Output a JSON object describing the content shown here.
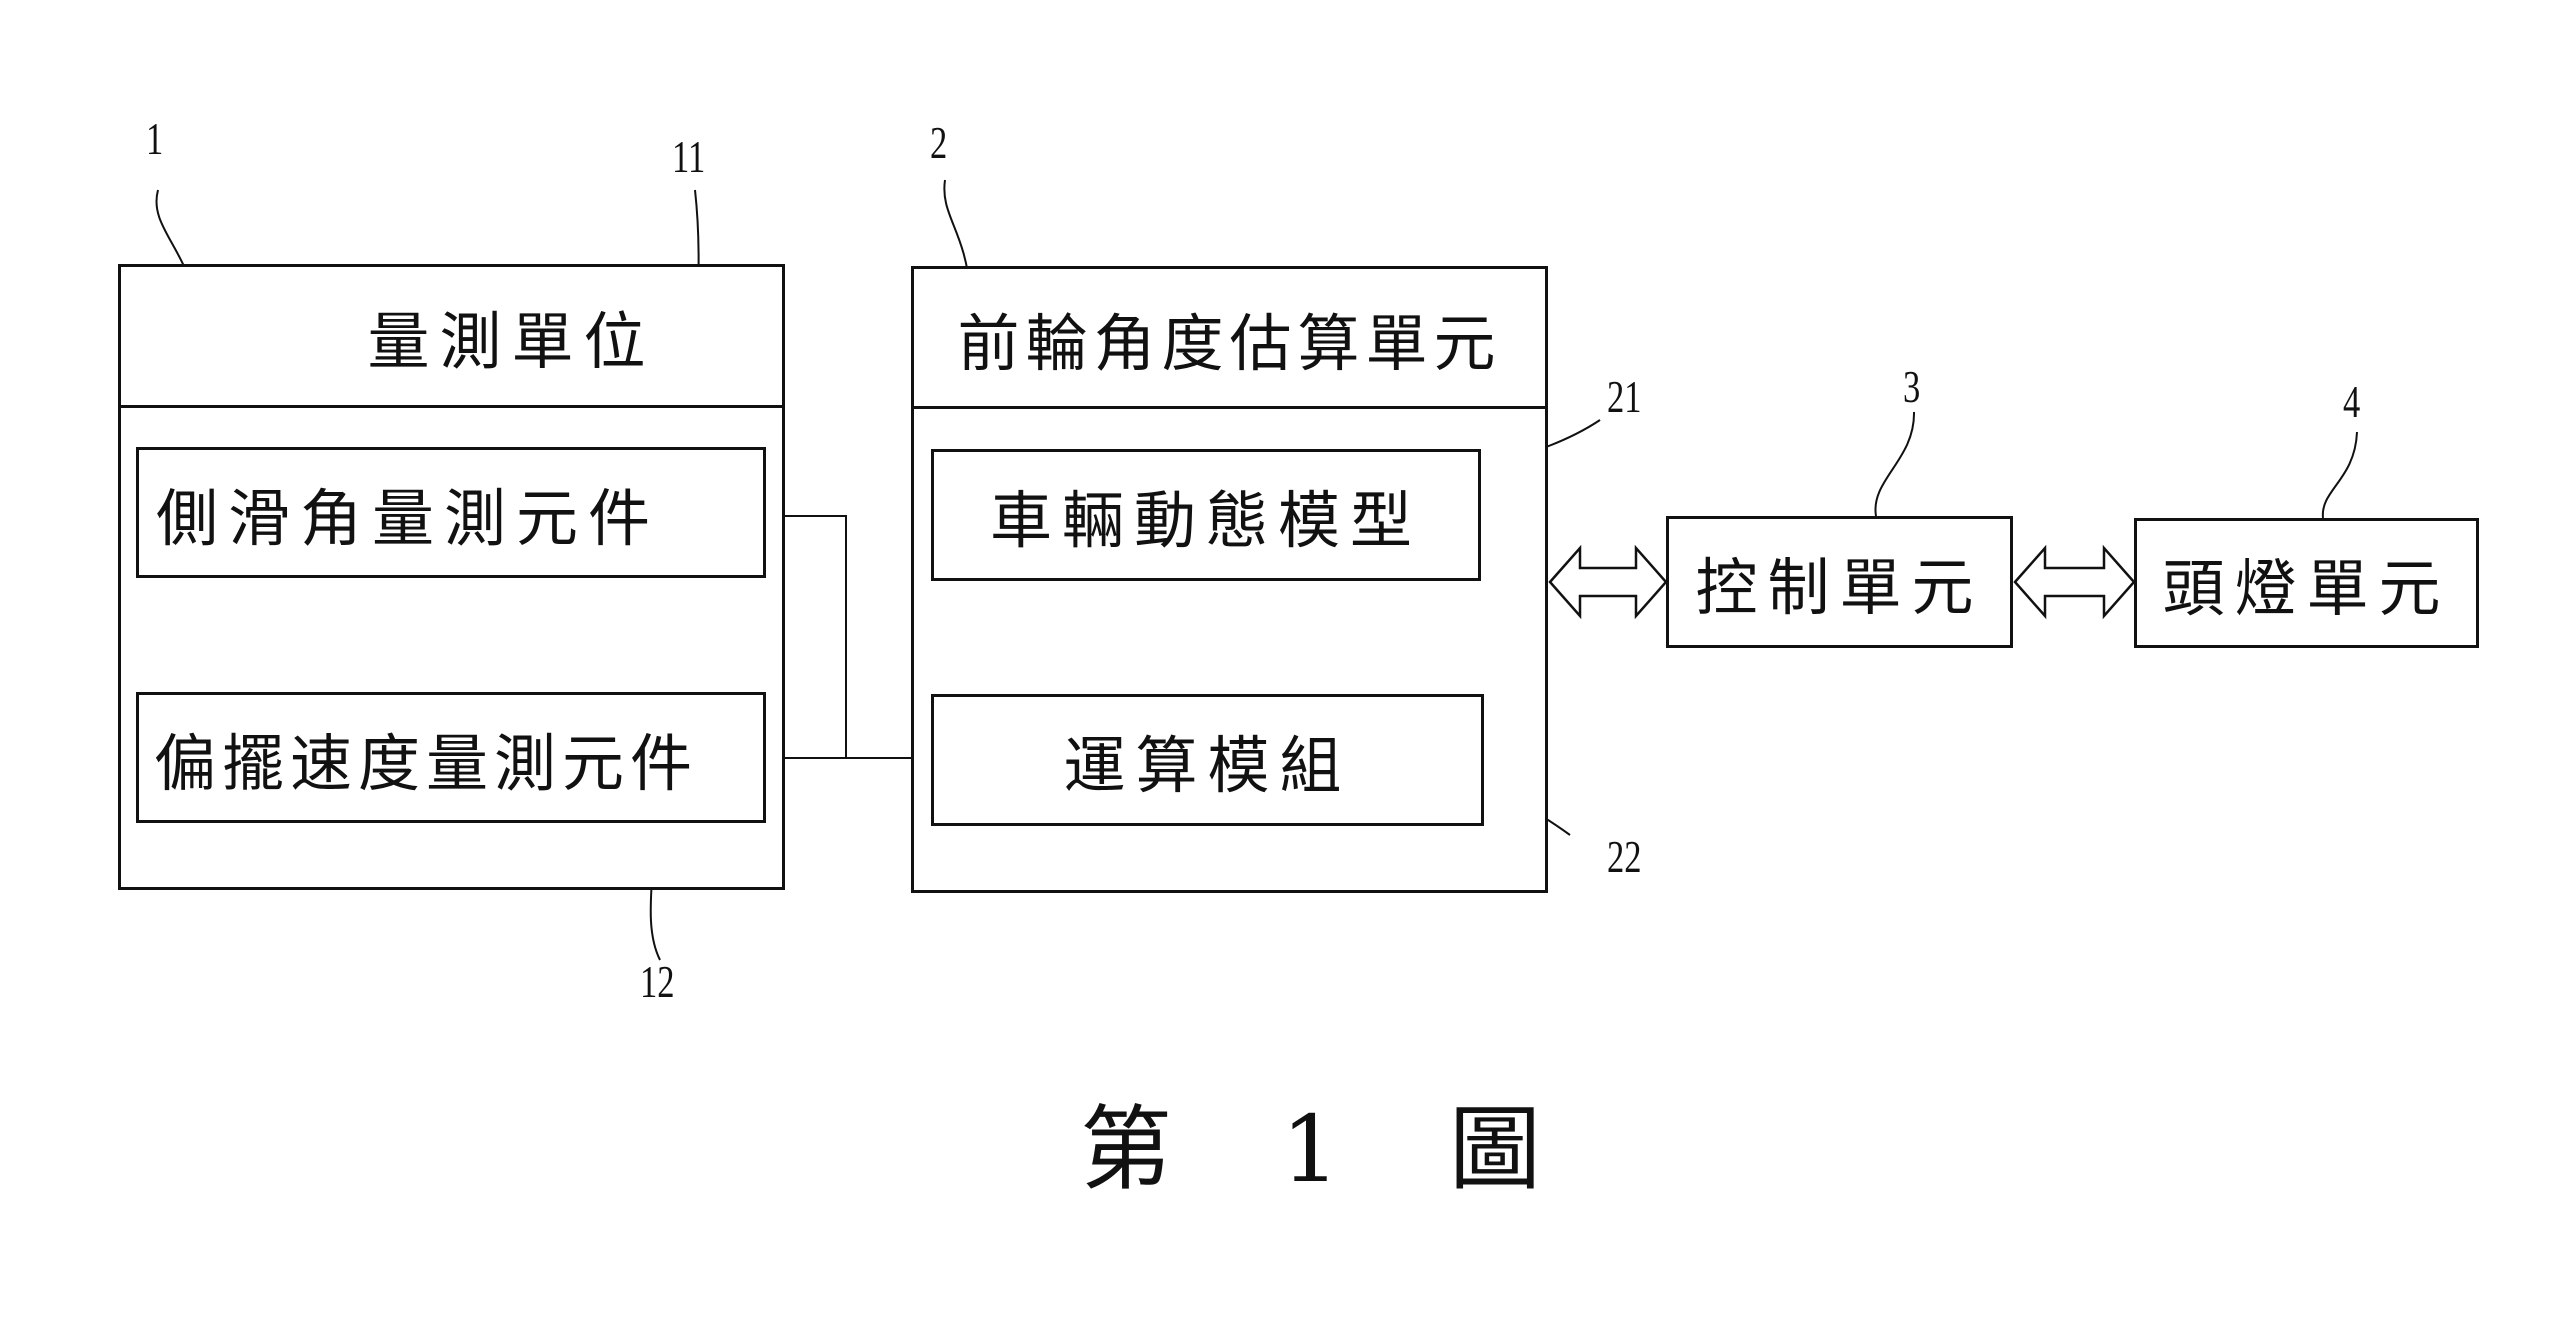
{
  "figure": {
    "caption": "第 1 圖",
    "blocks": {
      "measurement_unit": {
        "ref": "1",
        "title": "量測單位"
      },
      "sideslip_sensor": {
        "ref": "11",
        "label": "側滑角量測元件"
      },
      "yaw_rate_sensor": {
        "ref": "12",
        "label": "偏擺速度量測元件"
      },
      "front_wheel_angle_unit": {
        "ref": "2",
        "title": "前輪角度估算單元"
      },
      "vehicle_dynamics_model": {
        "ref": "21",
        "label": "車輛動態模型"
      },
      "computation_module": {
        "ref": "22",
        "label": "運算模組"
      },
      "control_unit": {
        "ref": "3",
        "label": "控制單元"
      },
      "headlight_unit": {
        "ref": "4",
        "label": "頭燈單元"
      }
    },
    "connections": [
      {
        "from": "sideslip_sensor",
        "to": "computation_module",
        "type": "line"
      },
      {
        "from": "yaw_rate_sensor",
        "to": "computation_module",
        "type": "line"
      },
      {
        "from": "front_wheel_angle_unit",
        "to": "control_unit",
        "type": "bidirectional-arrow"
      },
      {
        "from": "control_unit",
        "to": "headlight_unit",
        "type": "bidirectional-arrow"
      }
    ]
  }
}
